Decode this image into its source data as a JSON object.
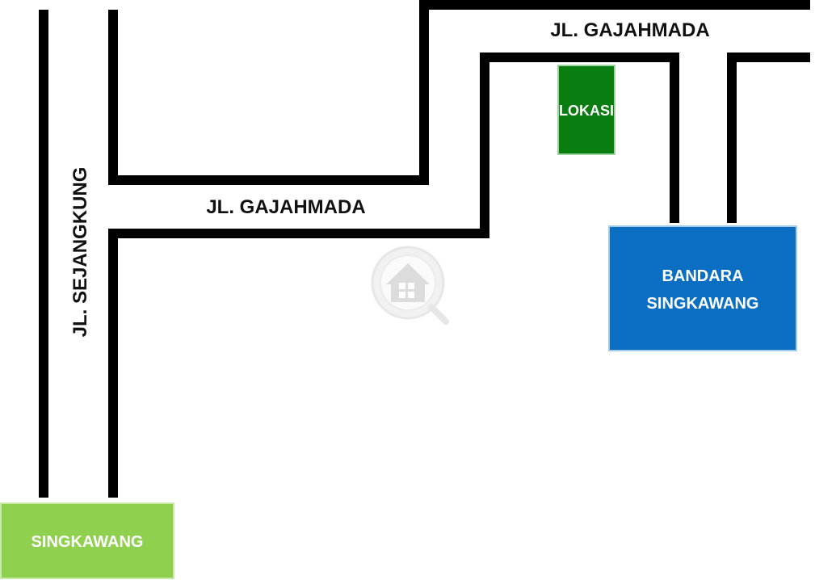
{
  "roads": {
    "gajahmada_top": "JL. GAJAHMADA",
    "gajahmada_middle": "JL. GAJAHMADA",
    "sejangkung": "JL. SEJANGKUNG"
  },
  "places": {
    "lokasi": "LOKASI",
    "bandara_line1": "BANDARA",
    "bandara_line2": "SINGKAWANG",
    "singkawang": "SINGKAWANG"
  },
  "colors": {
    "road": "#000000",
    "lokasi": "#0a7d10",
    "bandara": "#0a6fc2",
    "singkawang": "#8fd14f"
  },
  "watermark": "house-magnifier-logo"
}
